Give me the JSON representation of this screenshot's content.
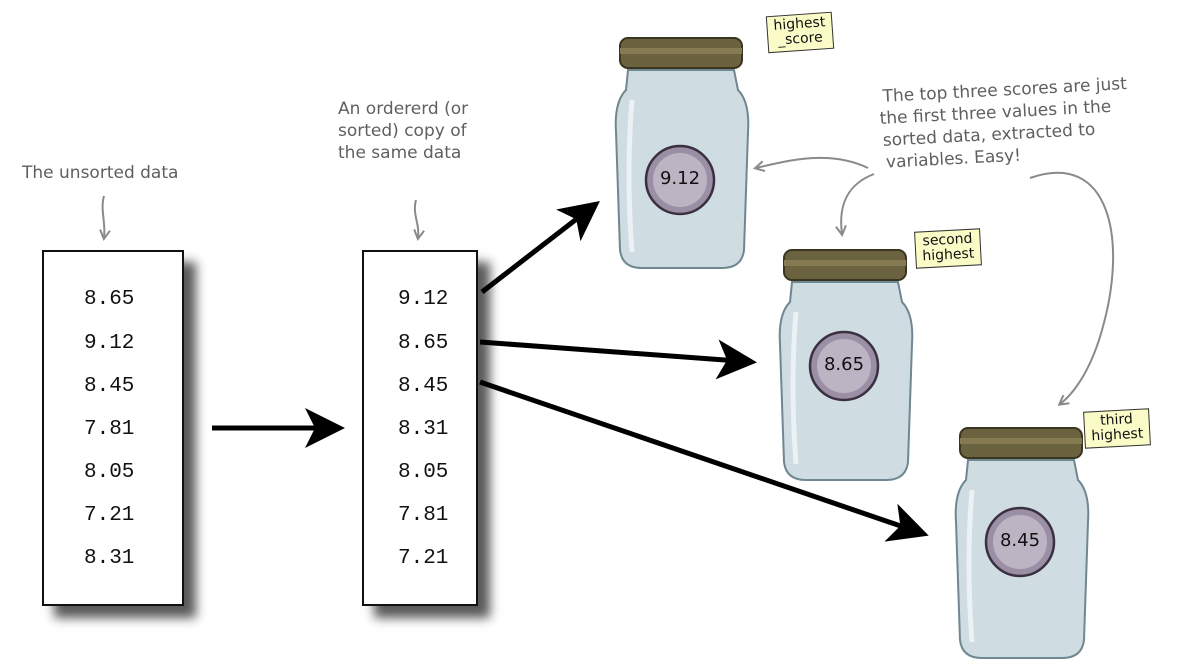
{
  "annotations": {
    "unsorted_label": "The unsorted data",
    "sorted_label": [
      "An ordererd (or",
      "sorted) copy of",
      "the same data"
    ],
    "top_three_note": [
      "The top three scores are just",
      "the first three values in the",
      "sorted data, extracted to",
      "variables. Easy!"
    ]
  },
  "unsorted_data": [
    "8.65",
    "9.12",
    "8.45",
    "7.81",
    "8.05",
    "7.21",
    "8.31"
  ],
  "sorted_data": [
    "9.12",
    "8.65",
    "8.45",
    "8.31",
    "8.05",
    "7.81",
    "7.21"
  ],
  "jars": [
    {
      "value": "9.12",
      "tag": [
        "highest",
        "_score"
      ]
    },
    {
      "value": "8.65",
      "tag": [
        "second",
        "highest"
      ]
    },
    {
      "value": "8.45",
      "tag": [
        "third",
        "highest"
      ]
    }
  ]
}
